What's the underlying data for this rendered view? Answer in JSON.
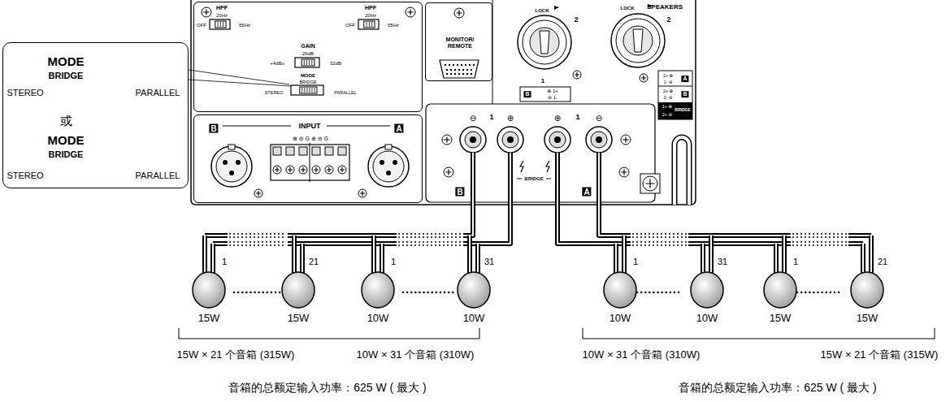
{
  "diagram": {
    "nodes": [
      {
        "text": [
          "MODE",
          "BRIDGE",
          "STEREO",
          "PARALLEL",
          "或",
          "MODE",
          "BRIDGE",
          "STEREO",
          "PARALLEL"
        ]
      },
      {
        "text": [
          "HPF",
          "20Hz",
          "OFF",
          "55Hz",
          "HPF",
          "20Hz",
          "OFF",
          "55Hz",
          "GAIN",
          "26dB",
          "+4dBu",
          "32dB",
          "MODE",
          "BRIDGE",
          "STEREO",
          "PARALLEL"
        ]
      },
      {
        "text": [
          "B",
          "INPUT",
          "A",
          "⊕ ⊖ G ⊕ ⊖ G"
        ]
      },
      {
        "text": [
          "MONITOR/ REMOTE"
        ]
      }
    ],
    "labels": [
      "LOCK",
      "2",
      "1",
      "B",
      "⊕ 1+",
      "⊖ 1-",
      "SPEAKERS",
      "LOCK",
      "2",
      "1+ ⊕",
      "1- ⊖",
      "A",
      "2+ ⊕",
      "2- ⊖",
      "B",
      "1+ ⊕",
      "2+ ⊖",
      "BRIDGE",
      "⊖",
      "1",
      "⊕",
      "⊕",
      "1",
      "⊖",
      "B",
      "BRIDGE",
      "A",
      "1",
      "21",
      "1",
      "31",
      "1",
      "31",
      "1",
      "21",
      "15W",
      "15W",
      "10W",
      "10W",
      "10W",
      "10W",
      "15W",
      "15W",
      "15W × 21 个音箱 (315W)",
      "10W × 31 个音箱 (310W)",
      "10W × 31 个音箱 (310W)",
      "15W × 21 个音箱 (315W)",
      "音箱的总额定输入功率：625 W ( 最大 )",
      "音箱的总额定输入功率：625 W ( 最大 )"
    ]
  }
}
